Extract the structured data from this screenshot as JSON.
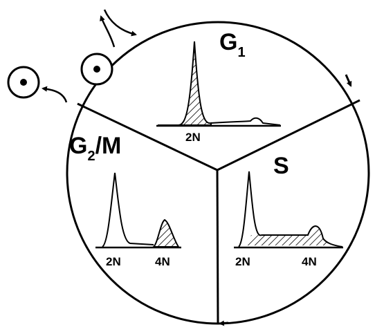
{
  "phases": {
    "g1": {
      "label": "G",
      "subscript": "1"
    },
    "s": {
      "label": "S"
    },
    "g2m": {
      "label_main": "G",
      "subscript": "2",
      "label_rest": "/M"
    }
  },
  "histograms": {
    "g1": {
      "ticks": [
        "2N"
      ]
    },
    "s": {
      "ticks": [
        "2N",
        "4N"
      ]
    },
    "g2m": {
      "ticks": [
        "2N",
        "4N"
      ]
    }
  },
  "colors": {
    "line": "#000000",
    "background": "#ffffff"
  },
  "icons": [
    "daughter-cell-icon",
    "daughter-cell-icon",
    "arrow-icon"
  ]
}
